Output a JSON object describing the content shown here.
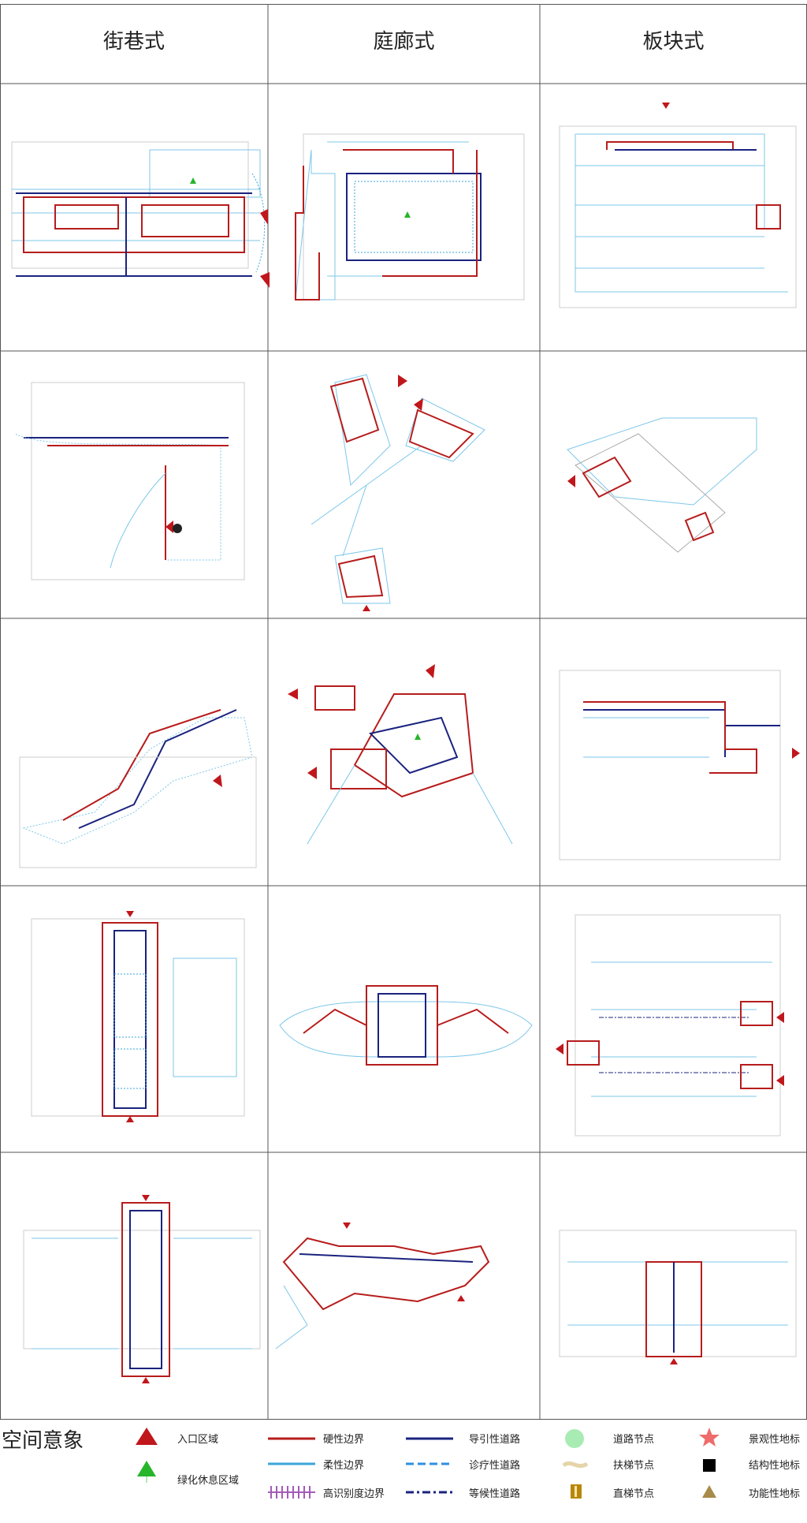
{
  "columns": [
    "街巷式",
    "庭廊式",
    "板块式"
  ],
  "legend": {
    "title": "空间意象",
    "items": [
      {
        "label": "入口区域",
        "symbol": "entrance",
        "color": "#c0171c"
      },
      {
        "label": "绿化休息区域",
        "symbol": "green-rest",
        "color": "#27b52a"
      },
      {
        "label": "硬性边界",
        "symbol": "hard-boundary",
        "color": "#b71c1c"
      },
      {
        "label": "柔性边界",
        "symbol": "soft-boundary",
        "color": "#3aa6d8"
      },
      {
        "label": "高识别度边界",
        "symbol": "high-id-boundary",
        "color": "#a35bb8"
      },
      {
        "label": "导引性道路",
        "symbol": "guide-road",
        "color": "#1a237e"
      },
      {
        "label": "诊疗性道路",
        "symbol": "treatment-road",
        "color": "#2f8fe0"
      },
      {
        "label": "等候性道路",
        "symbol": "waiting-road",
        "color": "#1a237e"
      },
      {
        "label": "道路节点",
        "symbol": "road-node",
        "color": "#a8ecb4"
      },
      {
        "label": "扶梯节点",
        "symbol": "escalator-node",
        "color": "#e6d3a8"
      },
      {
        "label": "直梯节点",
        "symbol": "elevator-node",
        "color": "#b8860b"
      },
      {
        "label": "景观性地标",
        "symbol": "landscape-landmark",
        "color": "#ef6b6b"
      },
      {
        "label": "结构性地标",
        "symbol": "structural-landmark",
        "color": "#000000"
      },
      {
        "label": "功能性地标",
        "symbol": "functional-landmark",
        "color": "#a88a4a"
      }
    ]
  }
}
